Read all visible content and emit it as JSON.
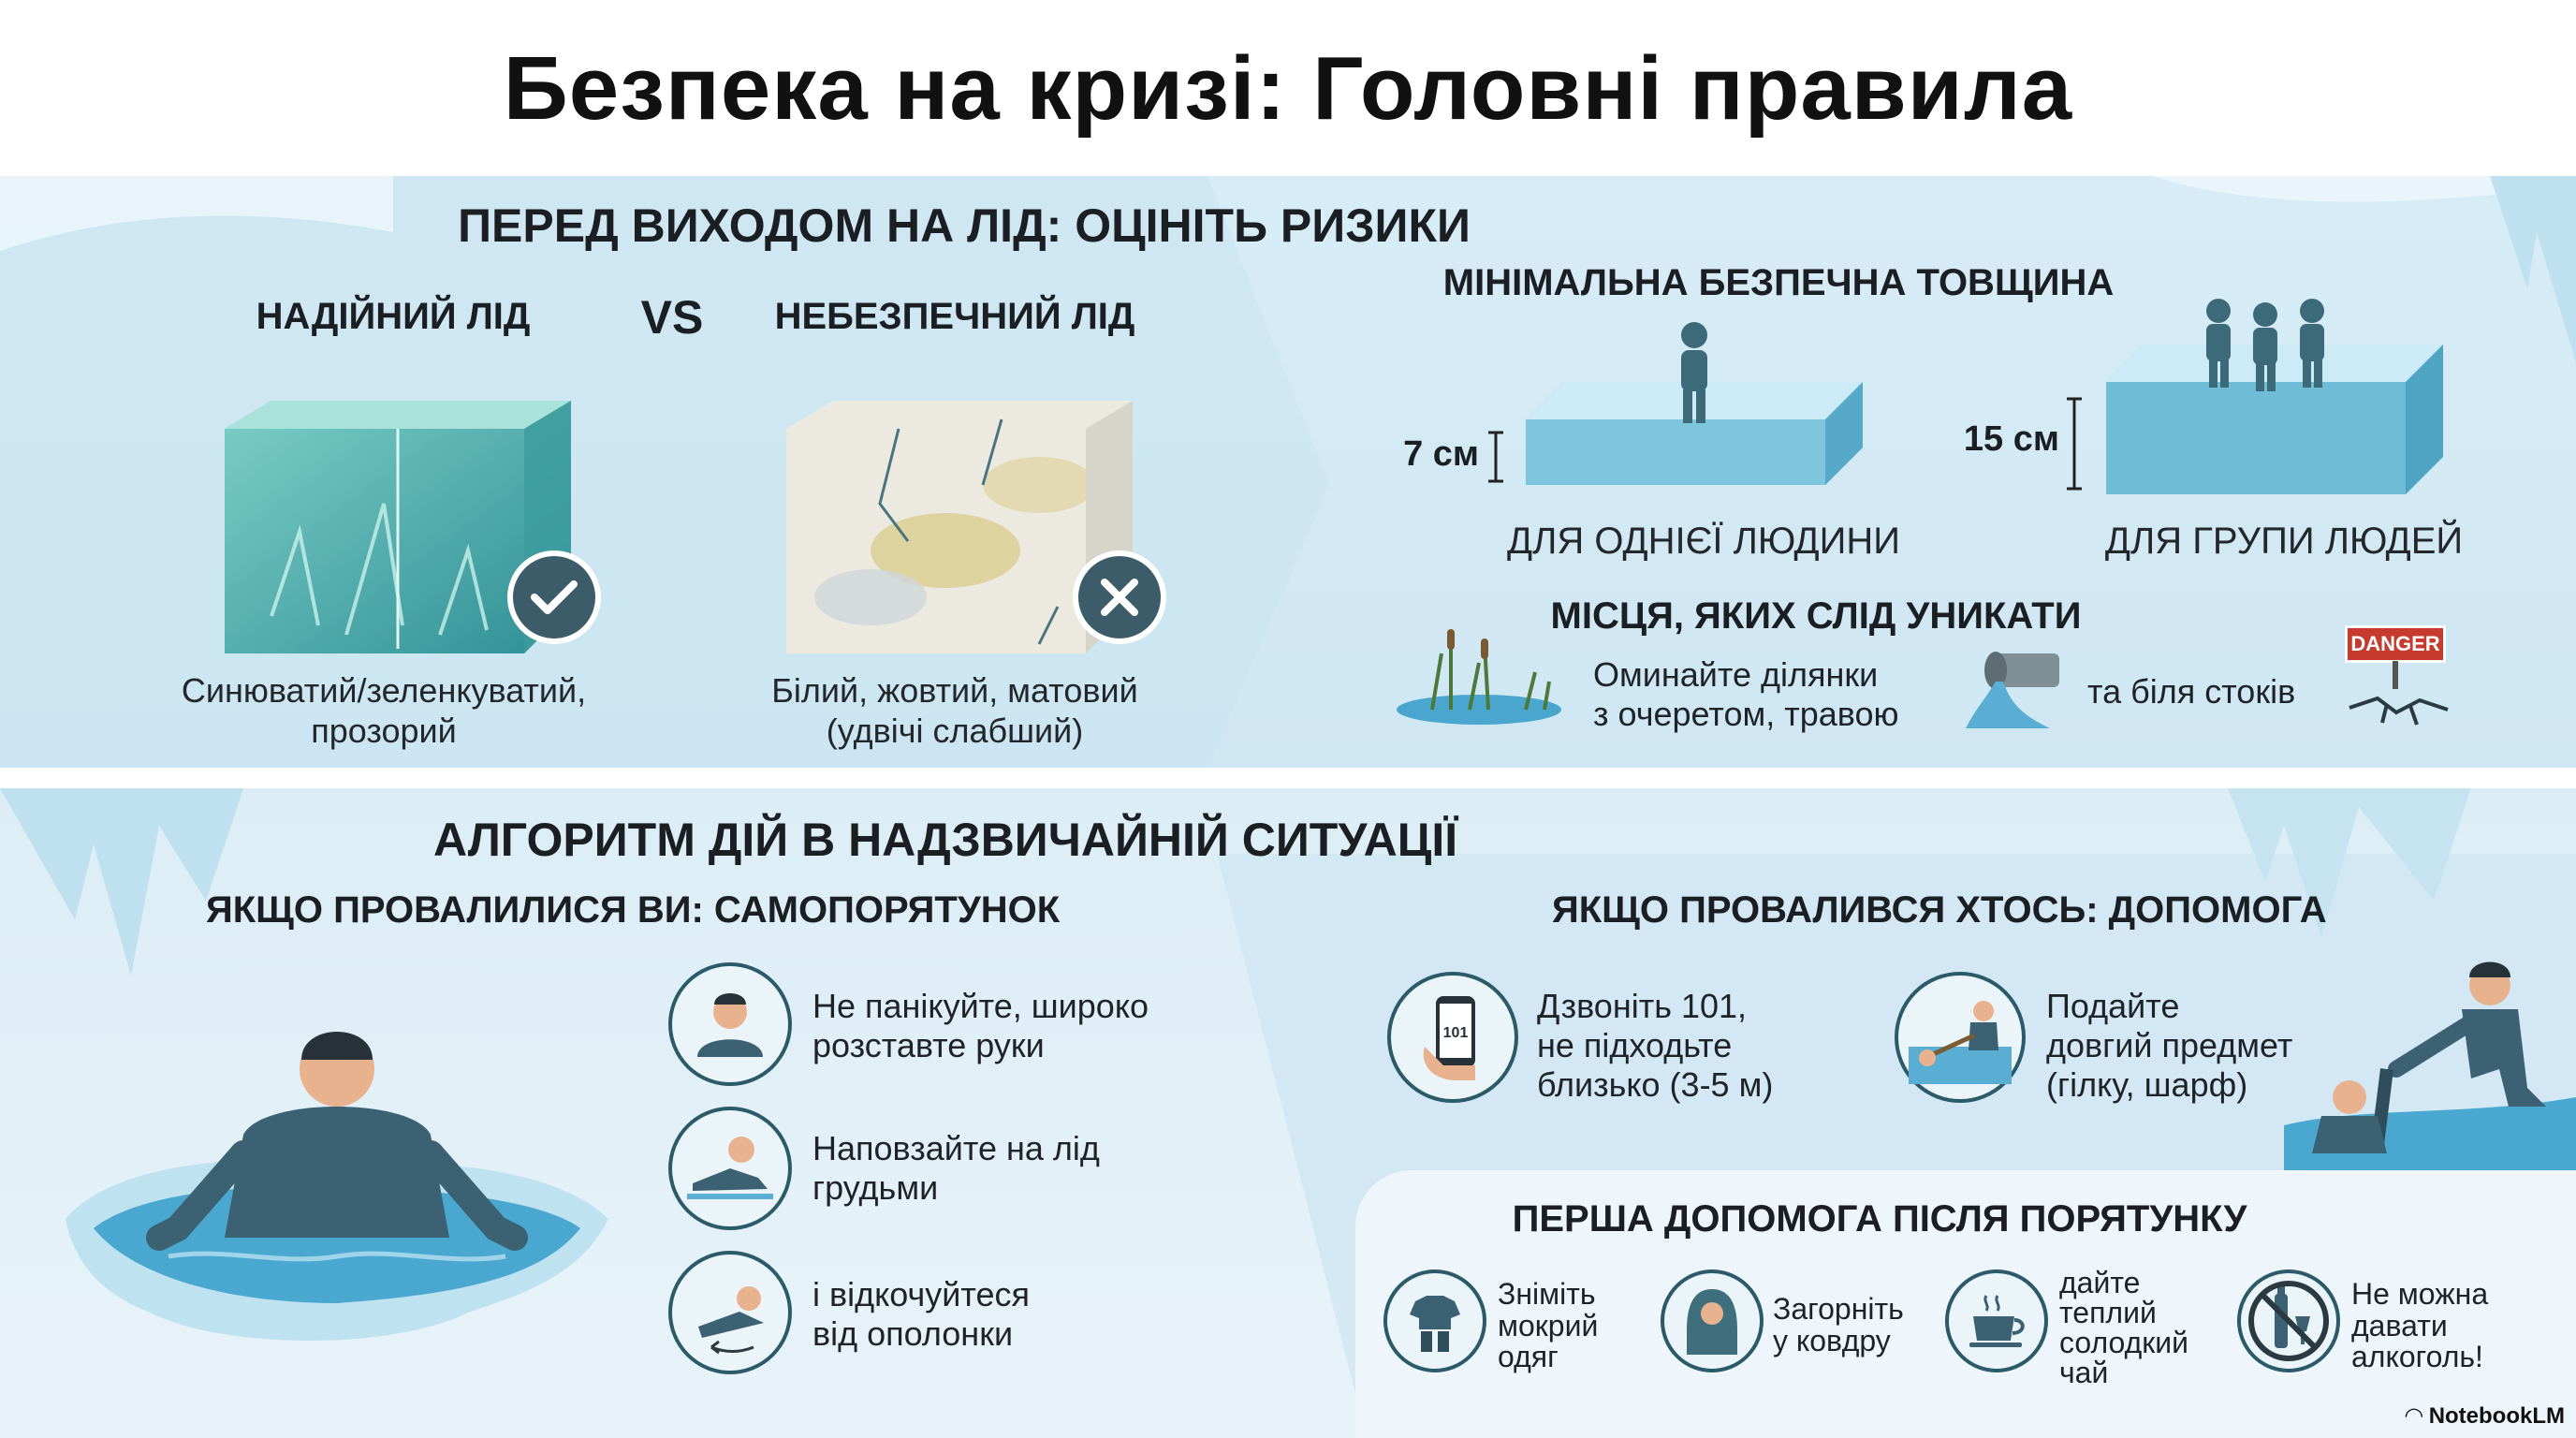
{
  "title": "Безпека на кризі: Головні правила",
  "before": {
    "heading": "ПЕРЕД ВИХОДОМ НА ЛІД: ОЦІНІТЬ РИЗИКИ",
    "reliable": {
      "label": "НАДІЙНИЙ ЛІД",
      "caption_line1": "Синюватий/зеленкуватий,",
      "caption_line2": "прозорий"
    },
    "vs": "VS",
    "dangerous": {
      "label": "НЕБЕЗПЕЧНИЙ ЛІД",
      "caption_line1": "Білий, жовтий, матовий",
      "caption_line2": "(удвічі слабший)"
    },
    "thickness": {
      "heading": "МІНІМАЛЬНА БЕЗПЕЧНА ТОВЩИНА",
      "single_value": "7 см",
      "single_label": "ДЛЯ ОДНІЄЇ ЛЮДИНИ",
      "group_value": "15 см",
      "group_label": "ДЛЯ ГРУПИ ЛЮДЕЙ"
    },
    "avoid": {
      "heading": "МІСЦЯ, ЯКИХ СЛІД УНИКАТИ",
      "reeds_line1": "Оминайте ділянки",
      "reeds_line2": "з очеретом, травою",
      "drains": "та біля стоків",
      "danger_sign": "DANGER"
    }
  },
  "emergency": {
    "heading": "АЛГОРИТМ ДІЙ В НАДЗВИЧАЙНІЙ СИТУАЦІЇ",
    "self": {
      "heading": "ЯКЩО ПРОВАЛИЛИСЯ ВИ: САМОПОРЯТУНОК",
      "steps": [
        {
          "line1": "Не панікуйте, широко",
          "line2": "розставте руки"
        },
        {
          "line1": "Наповзайте на лід",
          "line2": "грудьми"
        },
        {
          "line1": "і відкочуйтеся",
          "line2": "від ополонки"
        }
      ]
    },
    "other": {
      "heading": "ЯКЩО ПРОВАЛИВСЯ ХТОСЬ: ДОПОМОГА",
      "call": {
        "line1": "Дзвоніть 101,",
        "line2": "не підходьте",
        "line3": "близько (3-5 м)",
        "phone": "101"
      },
      "pole": {
        "line1": "Подайте",
        "line2": "довгий предмет",
        "line3": "(гілку, шарф)"
      }
    },
    "first_aid": {
      "heading": "ПЕРША ДОПОМОГА ПІСЛЯ ПОРЯТУНКУ",
      "items": [
        {
          "line1": "Зніміть",
          "line2": "мокрий",
          "line3": "одяг",
          "line4": ""
        },
        {
          "line1": "Загорніть",
          "line2": "у ковдру",
          "line3": "",
          "line4": ""
        },
        {
          "line1": "дайте",
          "line2": "теплий",
          "line3": "солодкий",
          "line4": "чай"
        },
        {
          "line1": "Не можна",
          "line2": "давати",
          "line3": "алкоголь!",
          "line4": ""
        }
      ]
    }
  },
  "credit": "NotebookLM",
  "colors": {
    "ice_good": "#4fb3b6",
    "ice_bad": "#e8e4d6",
    "accent_dark": "#2b5a68",
    "water": "#5db5d6",
    "danger": "#c63b2d"
  }
}
